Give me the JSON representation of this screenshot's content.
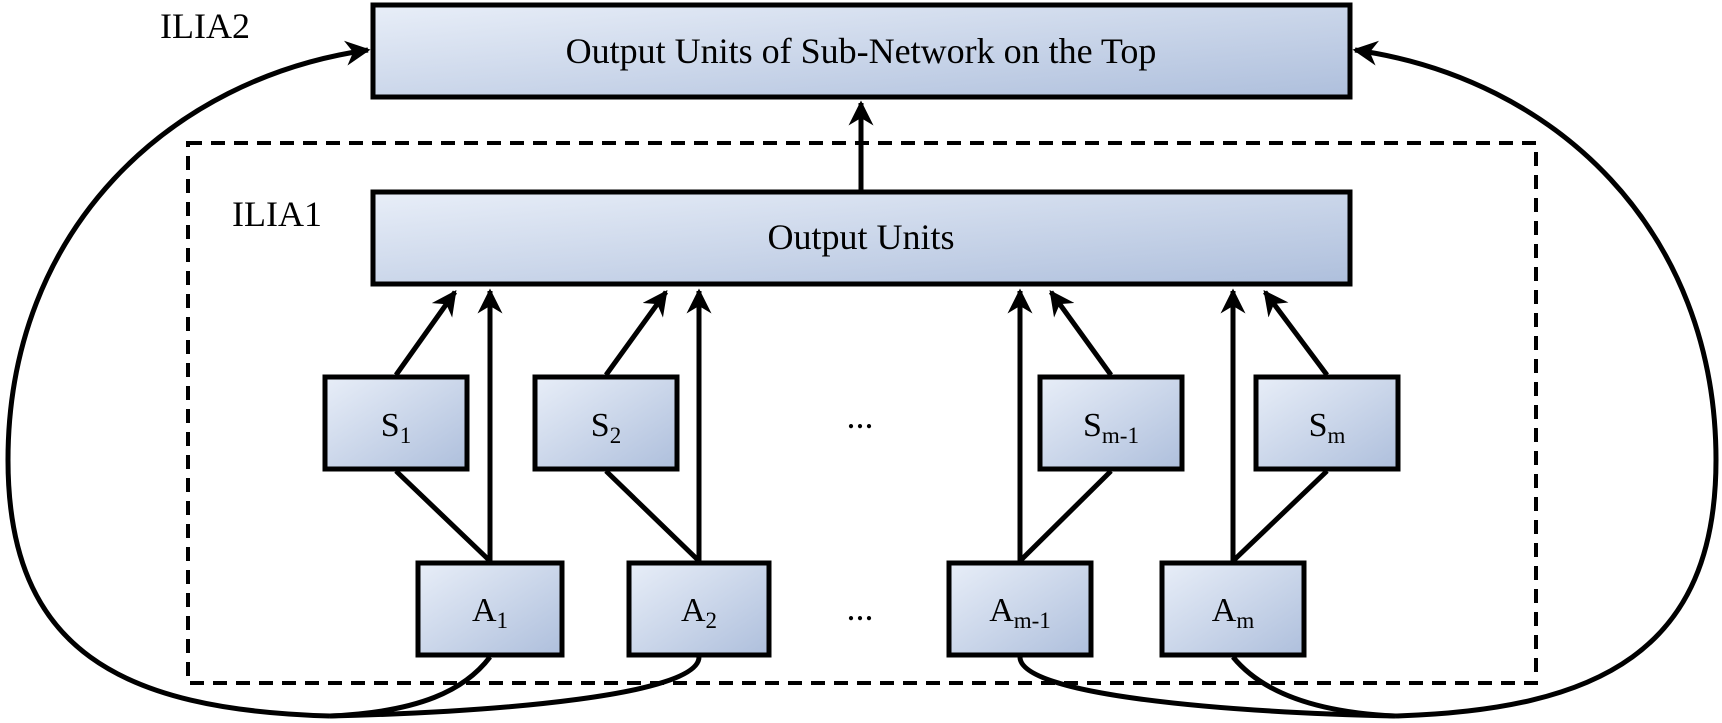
{
  "containers": {
    "outer_label": "ILIA2",
    "inner_label": "ILIA1"
  },
  "top_box": {
    "label": "Output Units of  Sub-Network on the Top"
  },
  "output_box": {
    "label": "Output Units"
  },
  "s_nodes": [
    {
      "base": "S",
      "sub": "1"
    },
    {
      "base": "S",
      "sub": "2"
    },
    {
      "base": "S",
      "sub": "m-1"
    },
    {
      "base": "S",
      "sub": "m"
    }
  ],
  "a_nodes": [
    {
      "base": "A",
      "sub": "1"
    },
    {
      "base": "A",
      "sub": "2"
    },
    {
      "base": "A",
      "sub": "m-1"
    },
    {
      "base": "A",
      "sub": "m"
    }
  ],
  "ellipsis_s": "...",
  "ellipsis_a": "...",
  "colors": {
    "box_light": "#e8eef8",
    "box_dark": "#aebfdc",
    "stroke": "#000000"
  }
}
